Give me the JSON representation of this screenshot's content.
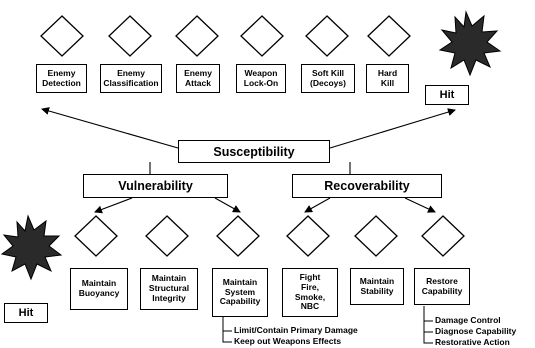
{
  "top_row": {
    "items": [
      {
        "label": "Enemy\nDetection"
      },
      {
        "label": "Enemy\nClassification"
      },
      {
        "label": "Enemy\nAttack"
      },
      {
        "label": "Weapon\nLock-On"
      },
      {
        "label": "Soft Kill\n(Decoys)"
      },
      {
        "label": "Hard\nKill"
      }
    ],
    "hit_label": "Hit"
  },
  "center": {
    "susceptibility": "Susceptibility",
    "vulnerability": "Vulnerability",
    "recoverability": "Recoverability"
  },
  "bottom_row": {
    "items": [
      {
        "label": "Maintain\nBuoyancy"
      },
      {
        "label": "Maintain\nStructural\nIntegrity"
      },
      {
        "label": "Maintain\nSystem\nCapability"
      },
      {
        "label": "Fight\nFire,\nSmoke,\nNBC"
      },
      {
        "label": "Maintain\nStability"
      },
      {
        "label": "Restore\nCapability"
      }
    ],
    "hit_label": "Hit",
    "system_capability_notes": [
      "Limit/Contain Primary Damage",
      "Keep out Weapons Effects"
    ],
    "restore_capability_notes": [
      "Damage Control",
      "Diagnose Capability",
      "Restorative Action"
    ]
  },
  "colors": {
    "line": "#000000",
    "background": "#ffffff"
  }
}
